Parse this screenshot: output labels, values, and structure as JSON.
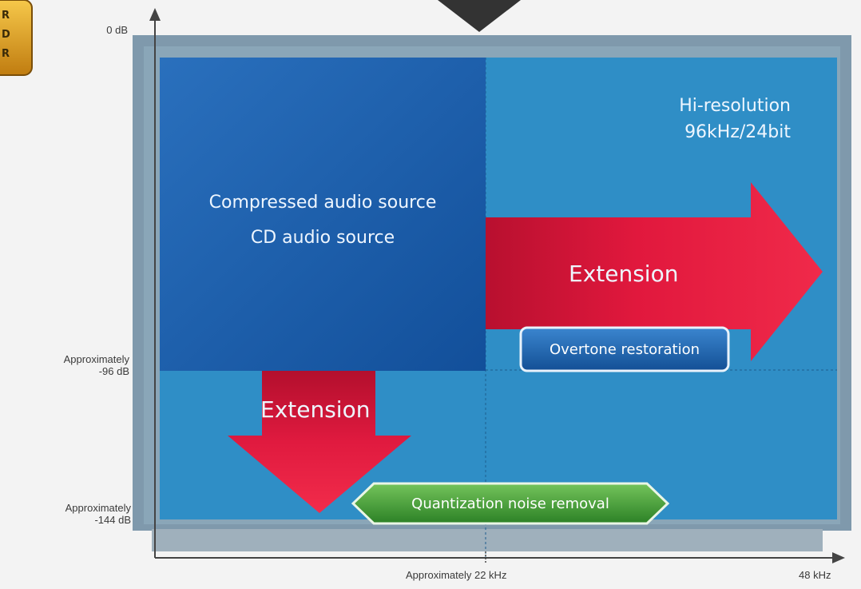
{
  "logo": {
    "letters": [
      "R",
      "D",
      "R"
    ],
    "color": "#e0a21c"
  },
  "axes": {
    "y_top": "0 dB",
    "y_mid": [
      "Approximately",
      "-96 dB"
    ],
    "y_low": [
      "Approximately",
      "-144 dB"
    ],
    "x_mid": "Approximately 22 kHz",
    "x_end": "48 kHz"
  },
  "regions": {
    "hires": [
      "Hi-resolution",
      "96kHz/24bit"
    ],
    "source": [
      "Compressed audio source",
      "CD audio source"
    ]
  },
  "arrows": {
    "right_label": "Extension",
    "down_label": "Extension"
  },
  "buttons": {
    "overtone": "Overtone restoration",
    "noise": "Quantization noise removal"
  },
  "colors": {
    "outer": "#7f99ac",
    "hires_fill": "#2f8ec6",
    "source_fill": "#1a5fae",
    "arrow_red": "#e0193f",
    "overtone_pill": "#1e63a8",
    "noise_pill": "#3e9a35"
  }
}
